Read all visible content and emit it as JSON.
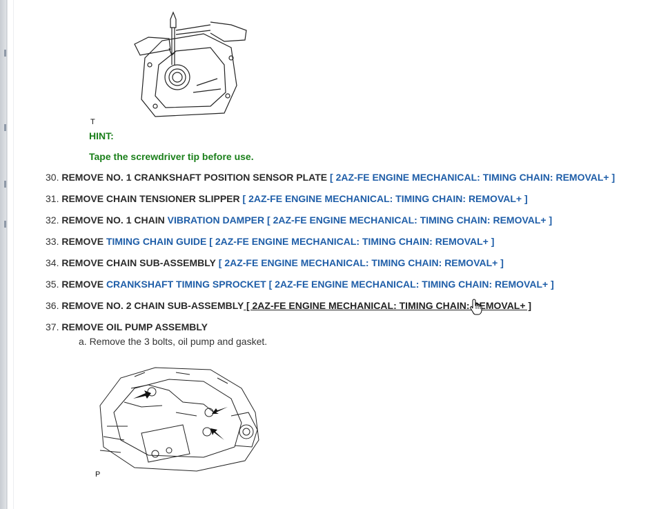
{
  "figure_top": {
    "label": "T"
  },
  "hint": {
    "label": "HINT:",
    "text": "Tape the screwdriver tip before use."
  },
  "steps": [
    {
      "num": "30.",
      "title": "REMOVE NO. 1 CRANKSHAFT POSITION SENSOR PLATE",
      "link": "[ 2AZ-FE ENGINE MECHANICAL: TIMING CHAIN: REMOVAL+ ]"
    },
    {
      "num": "31.",
      "title": "REMOVE CHAIN TENSIONER SLIPPER",
      "link": "[ 2AZ-FE ENGINE MECHANICAL: TIMING CHAIN: REMOVAL+ ]"
    },
    {
      "num": "32.",
      "title": "REMOVE NO. 1 CHAIN",
      "term": "VIBRATION DAMPER",
      "link": "[ 2AZ-FE ENGINE MECHANICAL: TIMING CHAIN: REMOVAL+ ]"
    },
    {
      "num": "33.",
      "title": "REMOVE",
      "term": "TIMING CHAIN GUIDE",
      "link": "[ 2AZ-FE ENGINE MECHANICAL: TIMING CHAIN: REMOVAL+ ]"
    },
    {
      "num": "34.",
      "title": "REMOVE CHAIN SUB-ASSEMBLY",
      "link": "[ 2AZ-FE ENGINE MECHANICAL: TIMING CHAIN: REMOVAL+ ]"
    },
    {
      "num": "35.",
      "title": "REMOVE",
      "term": "CRANKSHAFT TIMING SPROCKET",
      "link": "[ 2AZ-FE ENGINE MECHANICAL: TIMING CHAIN: REMOVAL+ ]"
    },
    {
      "num": "36.",
      "title": "REMOVE NO. 2 CHAIN SUB-ASSEMBLY",
      "link": " [ 2AZ-FE ENGINE MECHANICAL: TIMING CHAIN: REMOVAL+ ]"
    },
    {
      "num": "37.",
      "title": "REMOVE OIL PUMP ASSEMBLY"
    }
  ],
  "substep": "a. Remove the 3 bolts, oil pump and gasket.",
  "figure_bottom": {
    "label": "P"
  },
  "colors": {
    "hint": "#1a7f1a",
    "link": "#1f5ea8"
  },
  "icons": [
    "hand-pointer-cursor-icon"
  ]
}
